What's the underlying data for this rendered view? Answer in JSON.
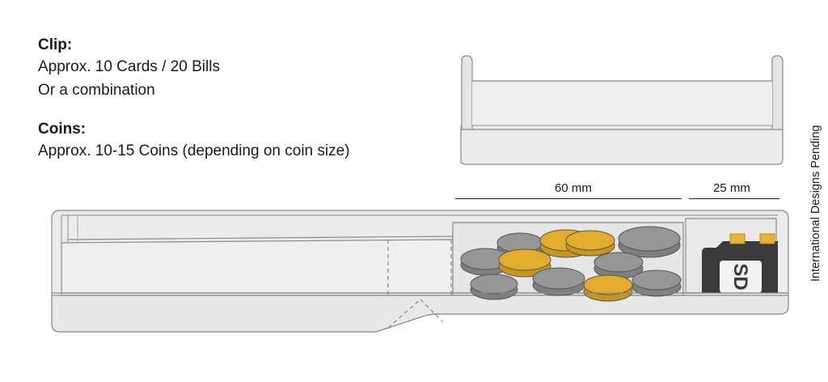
{
  "clip": {
    "heading": "Clip:",
    "lines": [
      "Approx. 10  Cards / 20  Bills",
      "Or a combination"
    ]
  },
  "coins": {
    "heading": "Coins:",
    "lines": [
      "Approx. 10-15 Coins (depending on coin size)"
    ]
  },
  "dimensions": {
    "coin_section": "60 mm",
    "card_section": "25 mm"
  },
  "side_note": "International Designs Pending",
  "sd_card_label": "SD",
  "colors": {
    "body_fill": "#ebebeb",
    "outline": "#8a8a8a",
    "coin_silver": "#8e8e8e",
    "coin_gold": "#e2ad2c",
    "sd_card": "#3a3a3a"
  }
}
